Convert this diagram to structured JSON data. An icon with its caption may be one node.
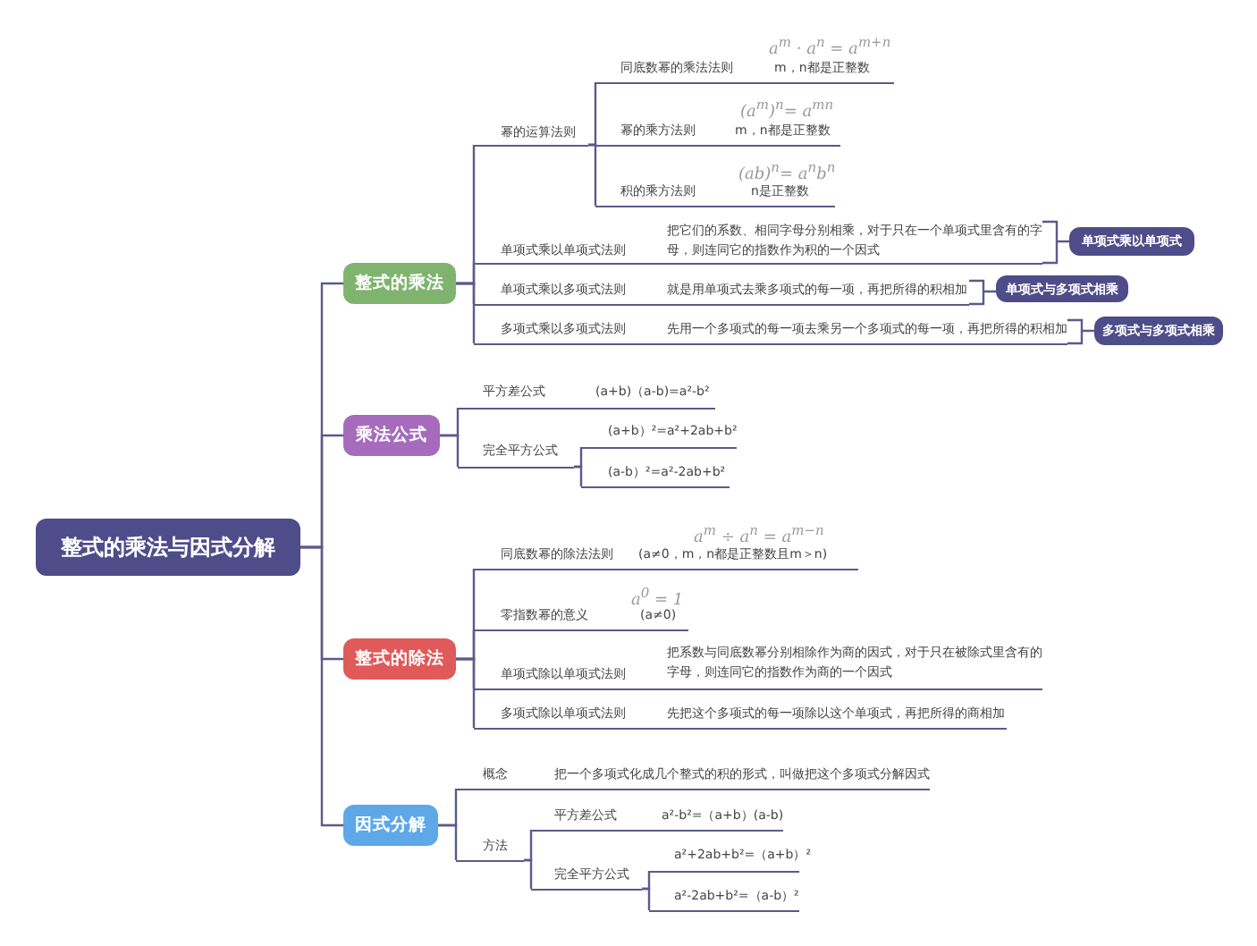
{
  "diagram": {
    "nodes": [
      {
        "text": [
          "整式的乘法与因式分解"
        ]
      },
      {
        "text": [
          "整式的乘法"
        ]
      },
      {
        "text": [
          "幂的运算法则"
        ]
      },
      {
        "text": [
          "同底数幂的乘法法则",
          "a$^{m}$ · a$^{n}$ = a$^{m+n}$",
          "m，n都是正整数"
        ]
      },
      {
        "text": [
          "幂的乘方法则",
          "(a$^{m}$)$^{n}$= a$^{mn}$",
          "m，n都是正整数"
        ]
      },
      {
        "text": [
          "积的乘方法则",
          "(ab)$^{n}$= a$^{n}$b$^{n}$",
          "n是正整数"
        ]
      },
      {
        "text": [
          "单项式乘以单项式法则",
          "把它们的系数、相同字母分别相乘，对于只在一个单项式里含有的字母，则连同它的指数作为积的一个因式"
        ]
      },
      {
        "text": [
          "单项式乘以单项式"
        ]
      },
      {
        "text": [
          "单项式乘以多项式法则",
          "就是用单项式去乘多项式的每一项，再把所得的积相加"
        ]
      },
      {
        "text": [
          "单项式与多项式相乘"
        ]
      },
      {
        "text": [
          "多项式乘以多项式法则",
          "先用一个多项式的每一项去乘另一个多项式的每一项，再把所得的积相加"
        ]
      },
      {
        "text": [
          "多项式与多项式相乘"
        ]
      },
      {
        "text": [
          "乘法公式"
        ]
      },
      {
        "text": [
          "平方差公式",
          "(a+b)（a-b)=a²-b²"
        ]
      },
      {
        "text": [
          "完全平方公式"
        ]
      },
      {
        "text": [
          "(a+b）²=a²+2ab+b²"
        ]
      },
      {
        "text": [
          "(a-b）²=a²-2ab+b²"
        ]
      },
      {
        "text": [
          "整式的除法"
        ]
      },
      {
        "text": [
          "同底数幂的除法法则",
          "a$^{m}$ ÷ a$^{n}$ = a$^{m−n}$",
          "(a≠0，m，n都是正整数且m＞n)"
        ]
      },
      {
        "text": [
          "零指数幂的意义",
          "a$^{0}$ = 1",
          "(a≠0)"
        ]
      },
      {
        "text": [
          "单项式除以单项式法则",
          "把系数与同底数幂分别相除作为商的因式，对于只在被除式里含有的字母，则连同它的指数作为商的一个因式"
        ]
      },
      {
        "text": [
          "多项式除以单项式法则",
          "先把这个多项式的每一项除以这个单项式，再把所得的商相加"
        ]
      },
      {
        "text": [
          "因式分解"
        ]
      },
      {
        "text": [
          "概念",
          "把一个多项式化成几个整式的积的形式，叫做把这个多项式分解因式"
        ]
      },
      {
        "text": [
          "方法"
        ]
      },
      {
        "text": [
          "平方差公式",
          "a²-b²=（a+b）(a-b)"
        ]
      },
      {
        "text": [
          "完全平方公式"
        ]
      },
      {
        "text": [
          "a²+2ab+b²=（a+b）²"
        ]
      },
      {
        "text": [
          "a²-2ab+b²=（a-b）²"
        ]
      }
    ],
    "edges": [
      {
        "from": 0,
        "to": 1,
        "arrow": "none"
      },
      {
        "from": 0,
        "to": 12,
        "arrow": "none"
      },
      {
        "from": 0,
        "to": 17,
        "arrow": "none"
      },
      {
        "from": 0,
        "to": 22,
        "arrow": "none"
      },
      {
        "from": 1,
        "to": 2,
        "arrow": "none"
      },
      {
        "from": 1,
        "to": 6,
        "arrow": "none"
      },
      {
        "from": 1,
        "to": 8,
        "arrow": "none"
      },
      {
        "from": 1,
        "to": 10,
        "arrow": "none"
      },
      {
        "from": 2,
        "to": 3,
        "arrow": "none"
      },
      {
        "from": 2,
        "to": 4,
        "arrow": "none"
      },
      {
        "from": 2,
        "to": 5,
        "arrow": "none"
      },
      {
        "from": 6,
        "to": 7,
        "arrow": "none"
      },
      {
        "from": 8,
        "to": 9,
        "arrow": "none"
      },
      {
        "from": 10,
        "to": 11,
        "arrow": "none"
      },
      {
        "from": 12,
        "to": 13,
        "arrow": "none"
      },
      {
        "from": 12,
        "to": 14,
        "arrow": "none"
      },
      {
        "from": 14,
        "to": 15,
        "arrow": "none"
      },
      {
        "from": 14,
        "to": 16,
        "arrow": "none"
      },
      {
        "from": 17,
        "to": 18,
        "arrow": "none"
      },
      {
        "from": 17,
        "to": 19,
        "arrow": "none"
      },
      {
        "from": 17,
        "to": 20,
        "arrow": "none"
      },
      {
        "from": 17,
        "to": 21,
        "arrow": "none"
      },
      {
        "from": 22,
        "to": 23,
        "arrow": "none"
      },
      {
        "from": 22,
        "to": 24,
        "arrow": "none"
      },
      {
        "from": 24,
        "to": 25,
        "arrow": "none"
      },
      {
        "from": 24,
        "to": 26,
        "arrow": "none"
      },
      {
        "from": 26,
        "to": 27,
        "arrow": "none"
      },
      {
        "from": 26,
        "to": 28,
        "arrow": "none"
      }
    ]
  }
}
